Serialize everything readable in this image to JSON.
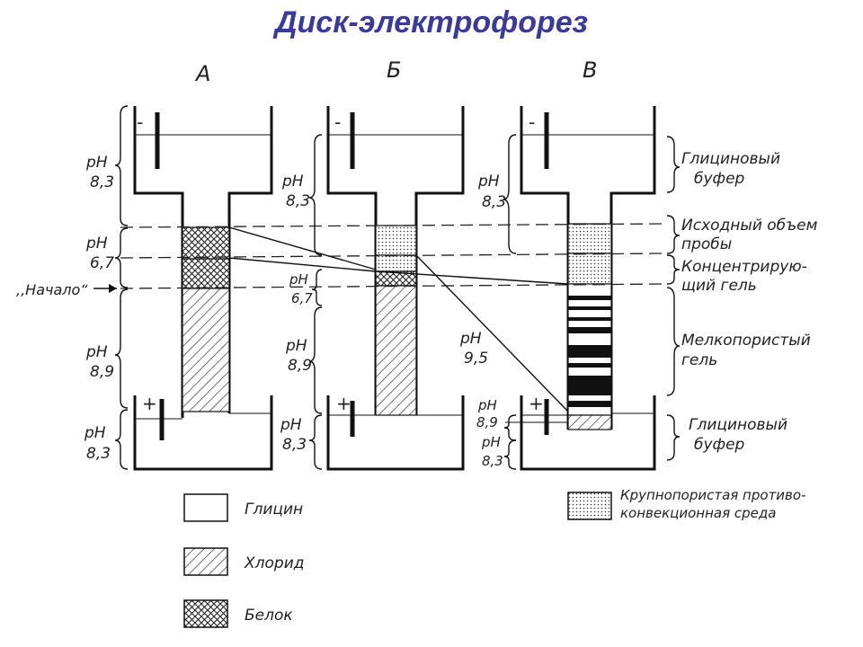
{
  "title": "Диск-электрофорез",
  "columns": {
    "A": "А",
    "B": "Б",
    "C": "В"
  },
  "ph_labels": {
    "a_top": [
      "pH",
      "8,3"
    ],
    "a_sample": [
      "pH",
      "6,7"
    ],
    "a_gel": [
      "pH",
      "8,9"
    ],
    "a_bottom": [
      "pH",
      "8,3"
    ],
    "b_top": [
      "pH",
      "8,3"
    ],
    "b_mid": [
      "pH",
      "6,7"
    ],
    "b_gel": [
      "pH",
      "8,9"
    ],
    "b_bottom": [
      "pH",
      "8,3"
    ],
    "c_top": [
      "pH",
      "8,3"
    ],
    "c_gel": [
      "pH",
      "9,5"
    ],
    "c_bottom1": [
      "pH",
      "8,9"
    ],
    "c_bottom2": [
      "pH",
      "8,3"
    ]
  },
  "electrodes": {
    "minus": "-",
    "plus": "+"
  },
  "start_label": ",,Начало“",
  "right_labels": {
    "top_buffer": [
      "Глициновый",
      "буфер"
    ],
    "sample_volume": [
      "Исходный объем",
      "пробы"
    ],
    "stacking_gel": [
      "Концентрирую-",
      "щий гель"
    ],
    "separating_gel": [
      "Мелкопористый",
      "гель"
    ],
    "bottom_buffer": [
      "Глициновый",
      "буфер"
    ]
  },
  "legend": {
    "glycine": "Глицин",
    "chloride": "Хлорид",
    "protein": "Белок",
    "medium": [
      "Крупнопористая противо-",
      "конвекционная среда"
    ]
  }
}
